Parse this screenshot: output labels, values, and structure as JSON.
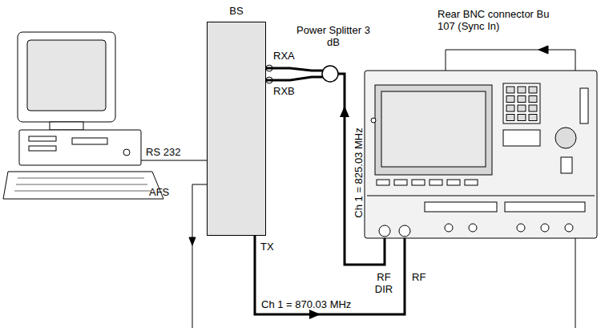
{
  "diagram": {
    "nodes": [
      {
        "text": [
          "BS"
        ]
      },
      {
        "text": [
          "Power Splitter 3 dB"
        ]
      }
    ],
    "edges": [
      {
        "from": 1,
        "to": 0,
        "arrow": "none"
      },
      {
        "from": 1,
        "to": 0,
        "arrow": "none"
      }
    ],
    "labels": [
      "RXA",
      "RXB",
      "TX",
      "RS 232",
      "AFS",
      "Ch 1 = 825.03 MHz",
      "Ch 1 = 870.03 MHz",
      "RF DIR",
      "RF",
      "Rear BNC connector Bu 107 (Sync In)"
    ]
  }
}
